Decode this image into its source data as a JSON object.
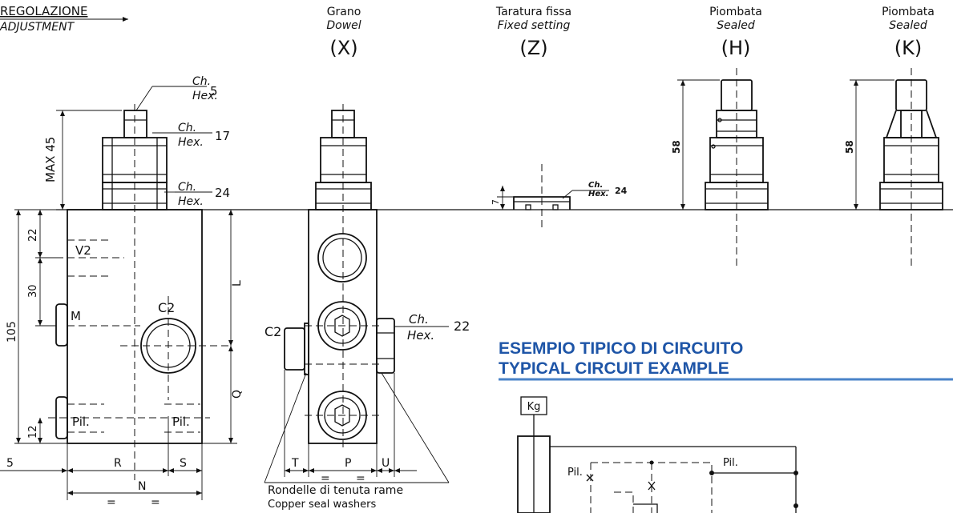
{
  "adjust": {
    "it": "REGOLAZIONE",
    "en": "ADJUSTMENT"
  },
  "options": [
    {
      "it": "Grano",
      "en": "Dowel",
      "code": "(X)"
    },
    {
      "it": "Taratura fissa",
      "en": "Fixed setting",
      "code": "(Z)"
    },
    {
      "it": "Piombata",
      "en": "Sealed",
      "code": "(H)"
    },
    {
      "it": "Piombata",
      "en": "Sealed",
      "code": "(K)"
    }
  ],
  "hex": {
    "it": "Ch.",
    "en": "Hex."
  },
  "hex_sizes": {
    "s5": "5",
    "s17": "17",
    "s24": "24",
    "s22": "22",
    "z24": "24"
  },
  "dims": {
    "max45": "MAX 45",
    "d105": "105",
    "d22": "22",
    "d30": "30",
    "d12": "12",
    "d5": "5",
    "R": "R",
    "S": "S",
    "N": "N",
    "L": "L",
    "Q": "Q",
    "T": "T",
    "P": "P",
    "U": "U",
    "d58a": "58",
    "d58b": "58",
    "d7": "7",
    "eq1": "=",
    "eq2": "=",
    "eq3": "=",
    "eq4": "="
  },
  "ports": {
    "v2": "V2",
    "m": "M",
    "c2a": "C2",
    "c2b": "C2",
    "pil1": "Pil.",
    "pil2": "Pil.",
    "pil3": "Pil.",
    "pil4": "Pil."
  },
  "washers": {
    "it": "Rondelle di tenuta rame",
    "en": "Copper seal washers"
  },
  "circuit": {
    "title_it": "ESEMPIO TIPICO DI CIRCUITO",
    "title_en": "TYPICAL CIRCUIT EXAMPLE",
    "load": "Kg"
  },
  "colors": {
    "heading": "#1e55a7",
    "rule": "#4a83c8"
  }
}
